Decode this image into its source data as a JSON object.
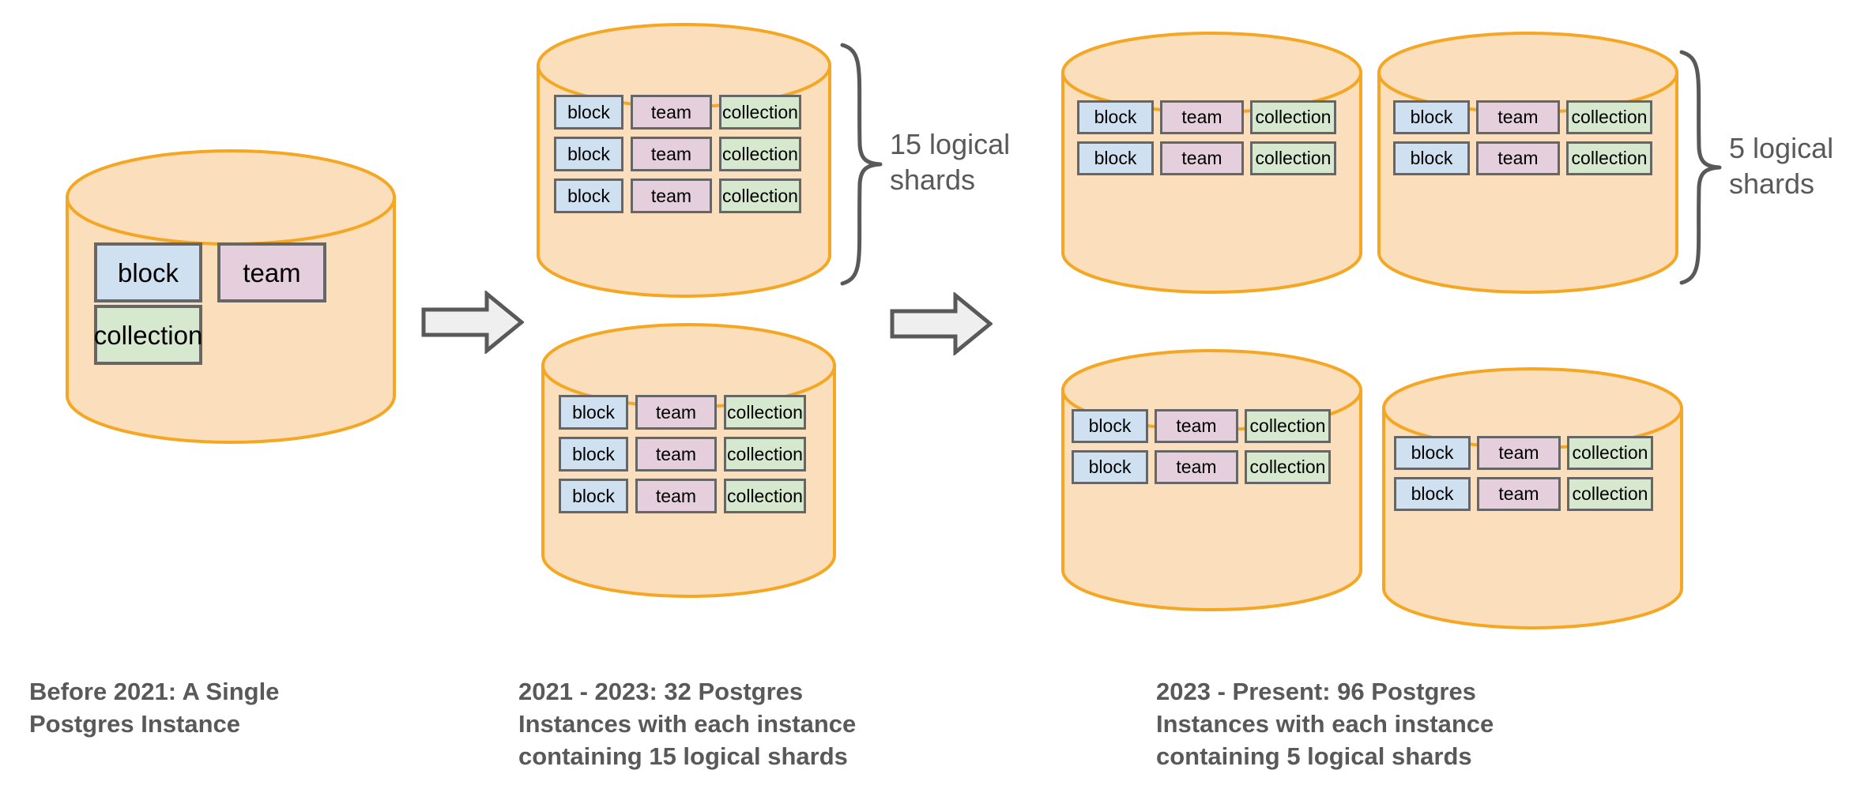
{
  "diagram": {
    "title_hidden": "",
    "shard_labels": {
      "block": "block",
      "team": "team",
      "collection": "collection"
    },
    "colors": {
      "cylinder_fill": "#fbdfbd",
      "cylinder_stroke": "#f5a623",
      "block_fill": "#cfe0f0",
      "team_fill": "#e5cfdd",
      "collection_fill": "#d6e8ce",
      "shard_stroke": "#666666",
      "arrow_fill": "#efefef",
      "arrow_stroke": "#595959",
      "text": "#595959",
      "background": "#ffffff"
    },
    "panels": [
      {
        "id": "panel-before-2021",
        "caption": "Before 2021: A Single\nPostgres Instance",
        "instance_count": 1,
        "shards_per_instance": 0,
        "tables": [
          "block",
          "team",
          "collection"
        ],
        "brace_label": null
      },
      {
        "id": "panel-2021-2023",
        "caption": "2021 - 2023: 32 Postgres\nInstances with each instance\ncontaining 15 logical shards",
        "instance_count": 32,
        "shards_per_instance": 15,
        "cylinders_shown": 2,
        "shard_rows_per_cylinder": 3,
        "brace_label": "15 logical\nshards"
      },
      {
        "id": "panel-2023-present",
        "caption": "2023 - Present: 96 Postgres\nInstances with each instance\ncontaining 5 logical shards",
        "instance_count": 96,
        "shards_per_instance": 5,
        "cylinders_shown": 4,
        "shard_rows_per_cylinder": 2,
        "brace_label": "5 logical\nshards"
      }
    ]
  }
}
